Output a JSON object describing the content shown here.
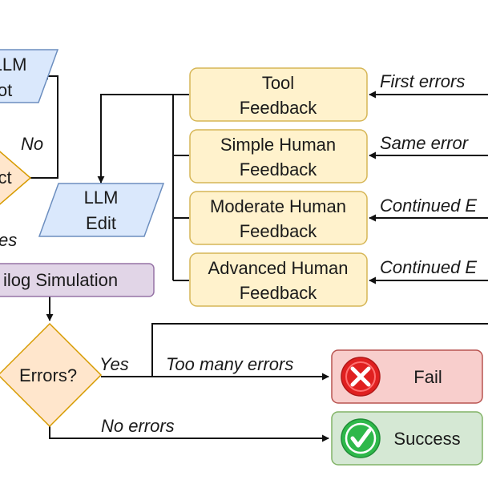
{
  "nodes": {
    "llm_prompt": {
      "line1": "LLM",
      "line2": "ot"
    },
    "correct": {
      "label": "ct"
    },
    "llm_edit": {
      "line1": "LLM",
      "line2": "Edit"
    },
    "tool_feedback": {
      "line1": "Tool",
      "line2": "Feedback"
    },
    "simple_feedback": {
      "line1": "Simple Human",
      "line2": "Feedback"
    },
    "moderate_feedback": {
      "line1": "Moderate Human",
      "line2": "Feedback"
    },
    "advanced_feedback": {
      "line1": "Advanced Human",
      "line2": "Feedback"
    },
    "simulation": {
      "label": "ilog Simulation"
    },
    "errors": {
      "label": "Errors?"
    },
    "fail": {
      "label": "Fail"
    },
    "success": {
      "label": "Success"
    }
  },
  "edge_labels": {
    "no": "No",
    "yes_correct": "es",
    "yes_errors": "Yes",
    "too_many_errors": "Too many errors",
    "no_errors": "No errors",
    "first_errors": "First errors",
    "same_error": "Same error",
    "continued_1": "Continued E",
    "continued_2": "Continued E"
  },
  "colors": {
    "feedback_fill": "#fff2cc",
    "feedback_stroke": "#d6b656",
    "io_fill": "#dae8fc",
    "io_stroke": "#6c8ebf",
    "decision_fill": "#ffe6cc",
    "decision_stroke": "#d79b00",
    "process_fill": "#e1d5e7",
    "process_stroke": "#9673a6",
    "fail_fill": "#f8cecc",
    "fail_stroke": "#b85450",
    "success_fill": "#d5e8d4",
    "success_stroke": "#82b366",
    "fail_icon": "#e02020",
    "success_icon": "#2eb84a",
    "line": "#111111"
  }
}
